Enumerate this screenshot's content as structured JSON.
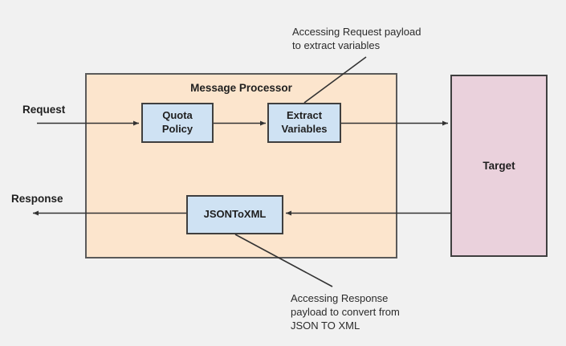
{
  "diagram": {
    "request_label": "Request",
    "response_label": "Response",
    "processor": {
      "title": "Message Processor",
      "nodes": {
        "quota": "Quota\nPolicy",
        "extract": "Extract\nVariables",
        "json_to_xml": "JSONToXML"
      }
    },
    "target_label": "Target",
    "annotations": {
      "top": "Accessing Request payload\nto extract variables",
      "bottom": "Accessing Response\npayload to convert from\nJSON TO XML"
    },
    "colors": {
      "background": "#f1f1f1",
      "processor_fill": "#fce5cd",
      "node_fill": "#cfe2f3",
      "target_fill": "#ead1dc",
      "line": "#333333"
    }
  }
}
